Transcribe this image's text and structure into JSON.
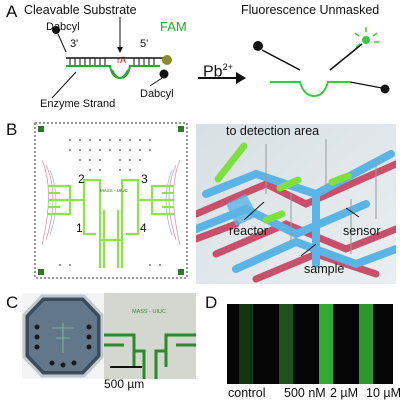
{
  "panel_a": {
    "letter": "A",
    "cleavable_substrate": "Cleavable Substrate",
    "fluorescence_unmasked": "Fluorescence Unmasked",
    "dabcyl_top": "Dabcyl",
    "fam": "FAM",
    "end_3": "3'",
    "end_5": "5'",
    "ra": "rA",
    "pb": "Pb",
    "pb_charge": "2+",
    "dabcyl_bottom": "Dabcyl",
    "enzyme_strand": "Enzyme Strand"
  },
  "panel_b": {
    "letter": "B",
    "chip_id": "MASS - UIUC",
    "numbers": [
      "1",
      "2",
      "3",
      "4"
    ],
    "to_detection_area": "to detection area",
    "reactor": "reactor",
    "sensor": "sensor",
    "sample": "sample"
  },
  "panel_c": {
    "letter": "C",
    "chip_id": "MASS - UIUC",
    "scale_bar": "500 µm"
  },
  "panel_d": {
    "letter": "D",
    "labels": [
      "control",
      "500 nM",
      "2 µM",
      "10 µM"
    ],
    "intensities": [
      0.25,
      0.4,
      0.85,
      0.75
    ]
  },
  "colors": {
    "fluorescence_green": "#3cc83c",
    "enzyme_green": "#2aa82a",
    "channel_red": "#c8506a",
    "channel_blue": "#5ab4e6",
    "fam_olive": "#8c8c28"
  }
}
